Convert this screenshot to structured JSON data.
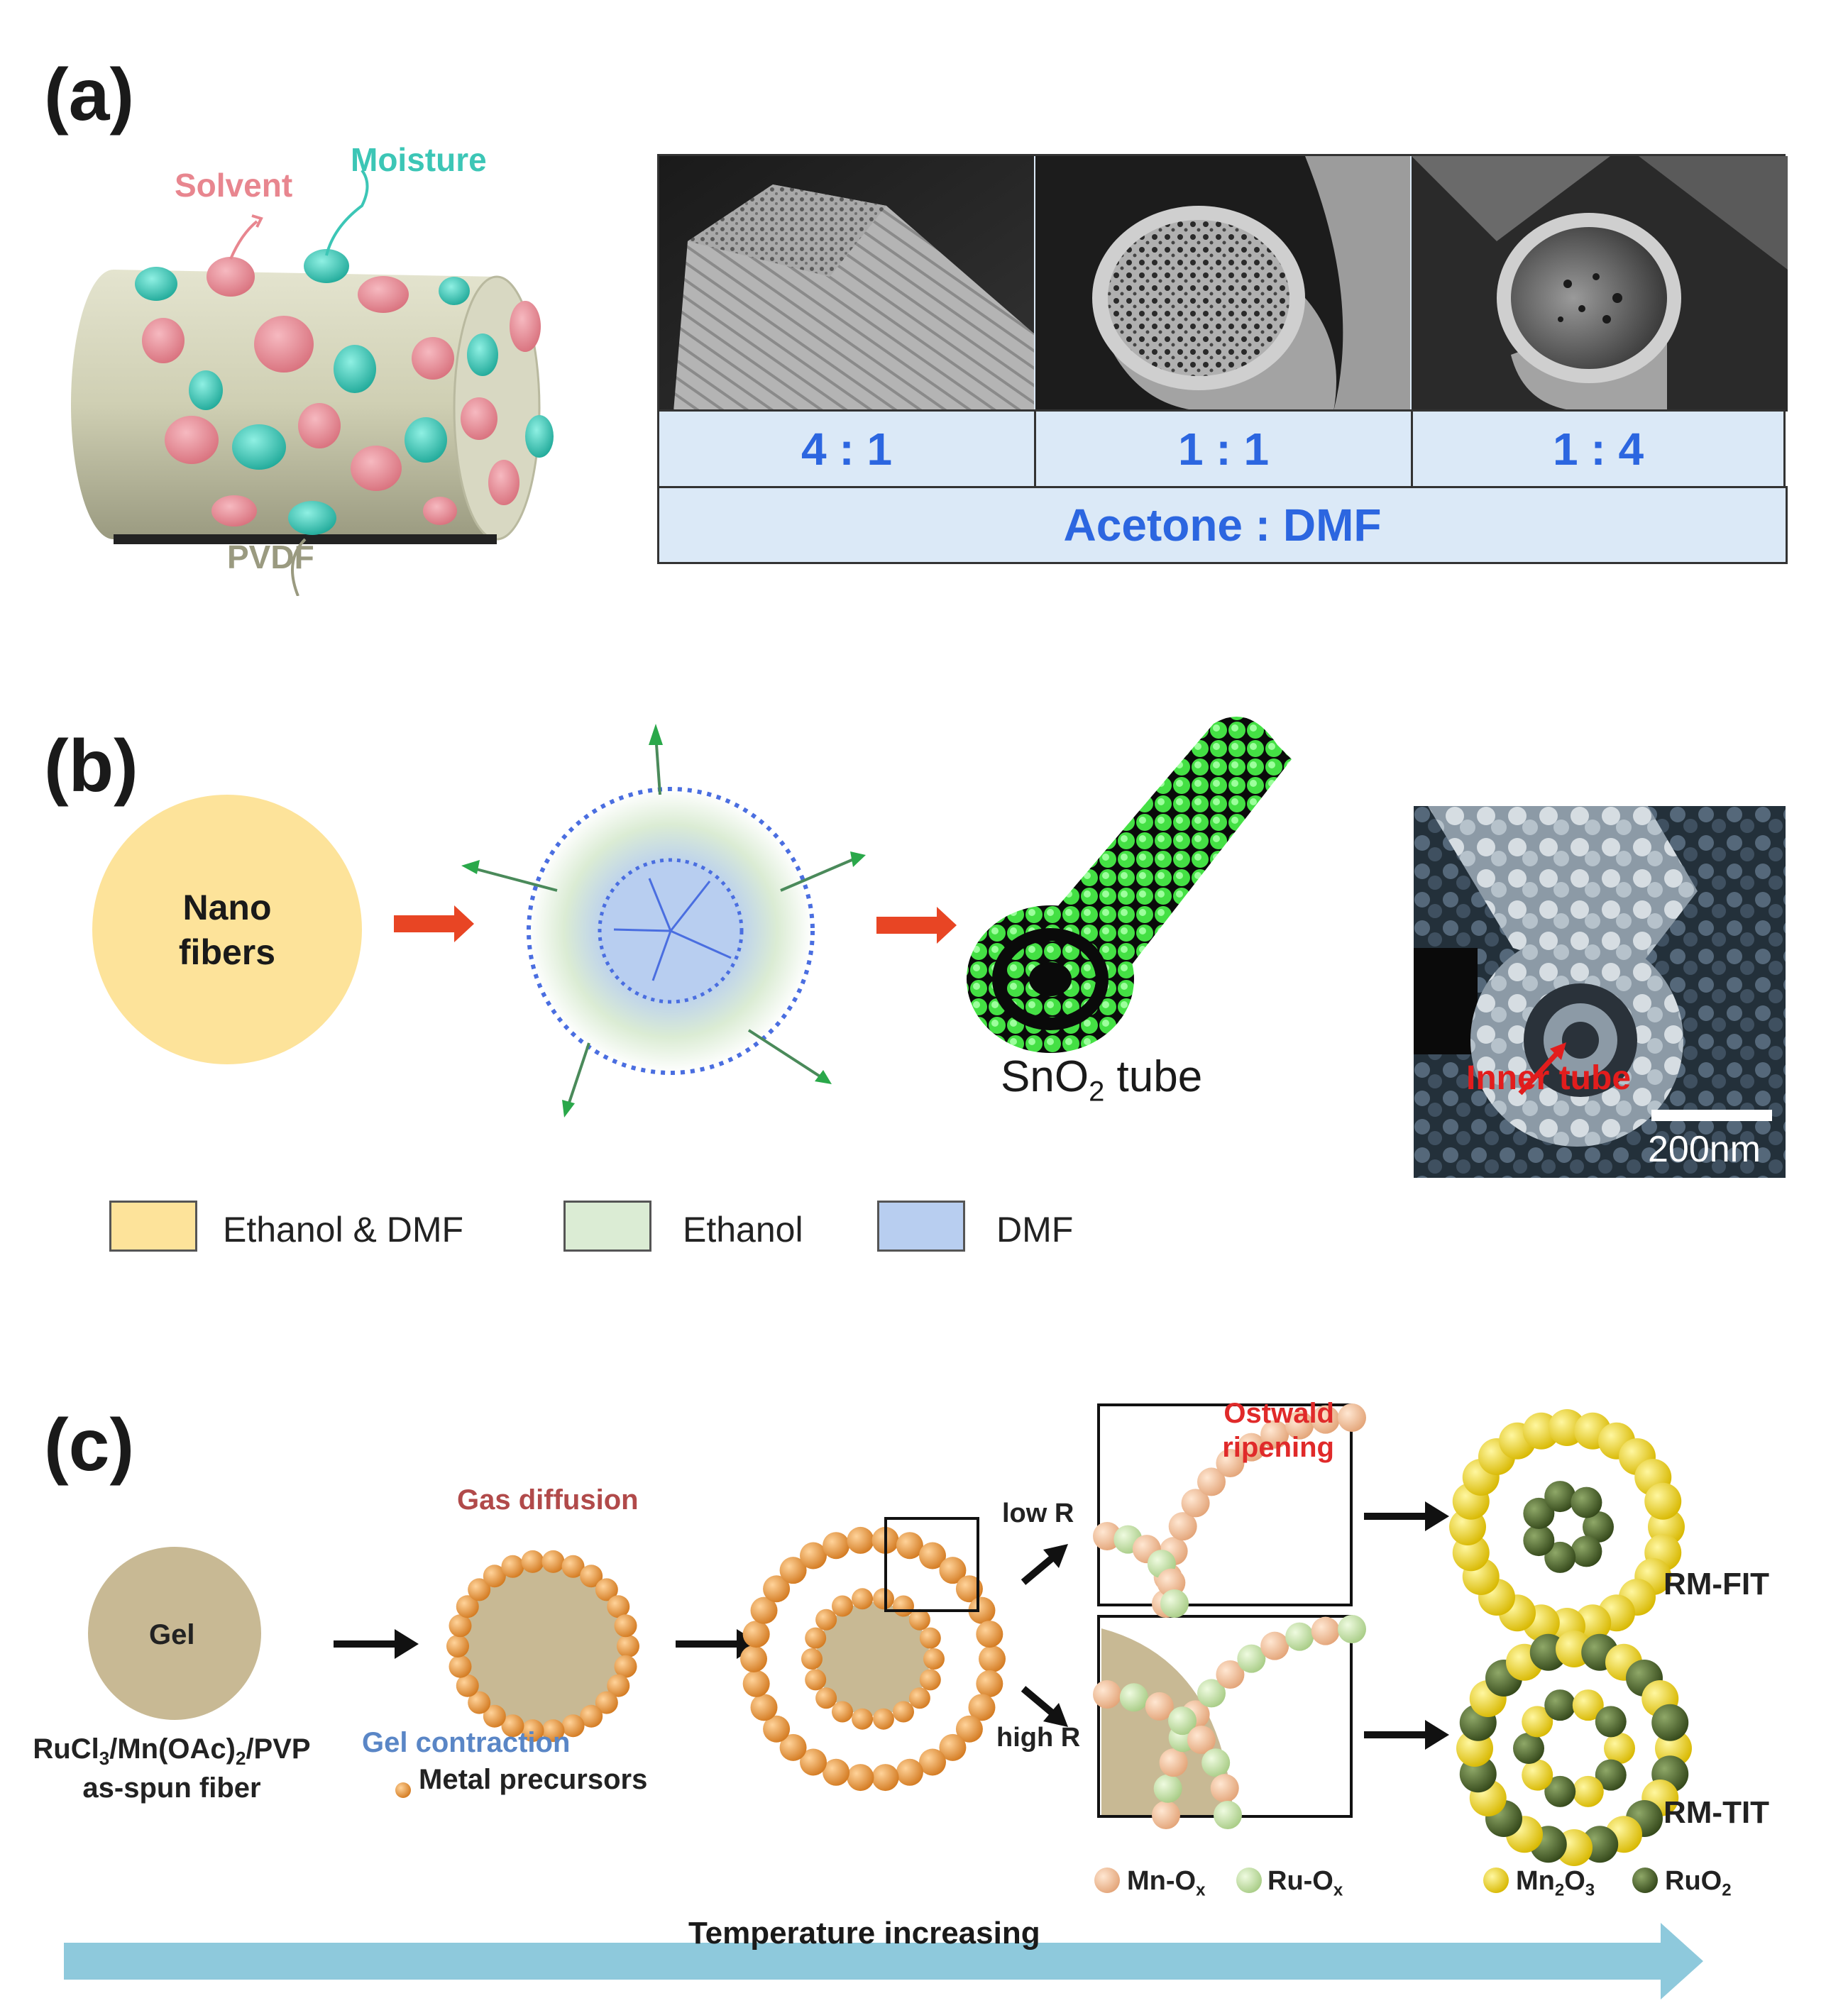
{
  "panel_a": {
    "label": "(a)",
    "solvent_label": "Solvent",
    "moisture_label": "Moisture",
    "pvdf_label": "PVDF",
    "ratios": [
      "4 : 1",
      "1 : 1",
      "1 : 4"
    ],
    "ratio_caption": "Acetone : DMF",
    "colors": {
      "solvent": "#e8868f",
      "moisture": "#3cc6b6",
      "pvdf": "#c8c8a8",
      "cell": "#dbe9f7",
      "text": "#2c66e0"
    }
  },
  "panel_b": {
    "label": "(b)",
    "nano_fibers": "Nano\nfibers",
    "sno2_prefix": "SnO",
    "sno2_sub": "2",
    "sno2_suffix": " tube",
    "inner_tube": "Inner tube",
    "scale_bar": "200nm",
    "legend": [
      {
        "label": "Ethanol & DMF",
        "color": "#fde39a"
      },
      {
        "label": "Ethanol",
        "color": "#dbecd4"
      },
      {
        "label": "DMF",
        "color": "#b8cef0"
      }
    ]
  },
  "panel_c": {
    "label": "(c)",
    "gel": "Gel",
    "fiber_line1_a": "RuCl",
    "fiber_line1_sub1": "3",
    "fiber_line1_b": "/Mn(OAc)",
    "fiber_line1_sub2": "2",
    "fiber_line1_c": "/PVP",
    "fiber_line2": "as-spun fiber",
    "gas_diffusion": "Gas diffusion",
    "gel_contraction": "Gel contraction",
    "metal_precursors": "Metal precursors",
    "low_r": "low R",
    "high_r": "high R",
    "ostwald": "Ostwald\nripening",
    "rm_fit": "RM-FIT",
    "rm_tit": "RM-TIT",
    "mn_ox": "Mn-O",
    "ru_ox": "Ru-O",
    "x_sub": "x",
    "mn2o3_a": "Mn",
    "mn2o3_sub1": "2",
    "mn2o3_b": "O",
    "mn2o3_sub2": "3",
    "ruo2_a": "RuO",
    "ruo2_sub": "2",
    "temperature": "Temperature increasing",
    "colors": {
      "mn": "#f4c49c",
      "ru": "#cfe6b0",
      "mn2o3": "#f2d81c",
      "ruo2": "#4f6a2a",
      "precursor": "#e79a3c",
      "arrow": "#8ec9dc"
    }
  }
}
